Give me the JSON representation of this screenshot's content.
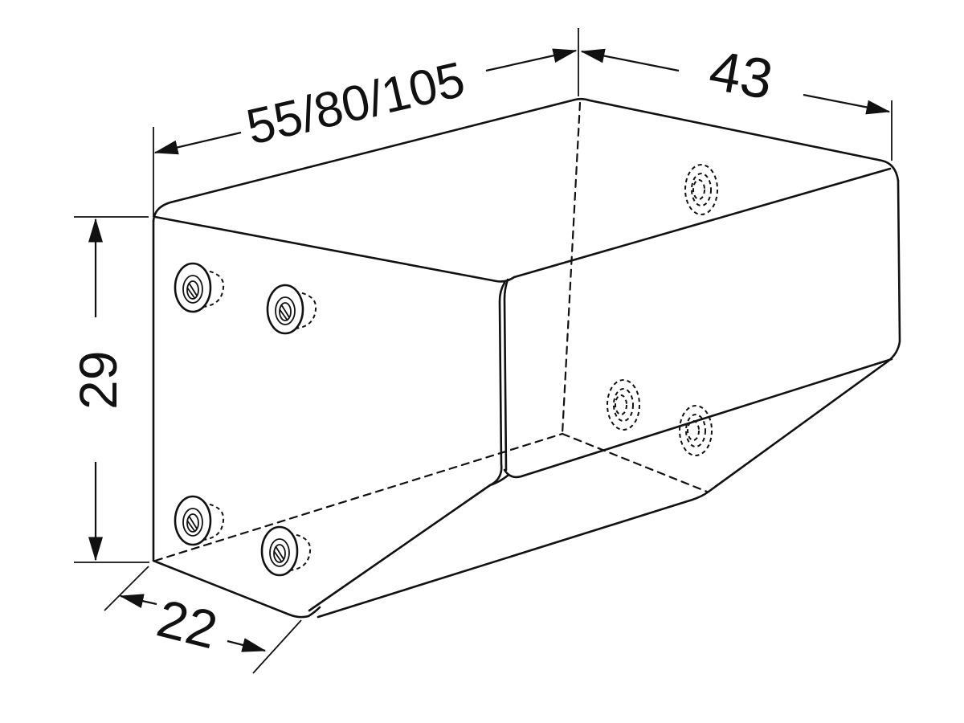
{
  "dimensions": {
    "length": "55/80/105",
    "depth": "43",
    "height": "29",
    "width": "22"
  },
  "colors": {
    "line": "#111111",
    "background": "#ffffff"
  }
}
